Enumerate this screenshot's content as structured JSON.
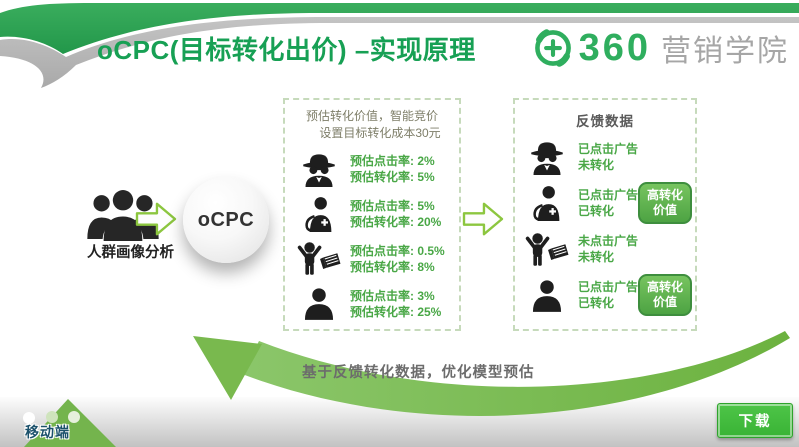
{
  "slide_title": "oCPC(目标转化出价) –实现原理",
  "logo": {
    "brand": "360",
    "suffix": "营销学院"
  },
  "audience": {
    "label": "人群画像分析"
  },
  "ocpc": {
    "label": "oCPC"
  },
  "middle_box": {
    "header_line1": "预估转化价值，智能竞价",
    "header_line2": "设置目标转化成本30元",
    "rows": [
      {
        "icon": "spy-icon",
        "ctr": "预估点击率: 2%",
        "cvr": "预估转化率: 5%"
      },
      {
        "icon": "doctor-icon",
        "ctr": "预估点击率: 5%",
        "cvr": "预估转化率: 20%"
      },
      {
        "icon": "child-reader-icon",
        "ctr": "预估点击率: 0.5%",
        "cvr": "预估转化率: 8%"
      },
      {
        "icon": "person-icon",
        "ctr": "预估点击率: 3%",
        "cvr": "预估转化率: 25%"
      }
    ]
  },
  "feedback_box": {
    "header": "反馈数据",
    "rows": [
      {
        "icon": "spy-icon",
        "line1": "已点击广告",
        "line2": "未转化"
      },
      {
        "icon": "doctor-icon",
        "line1": "已点击广告",
        "line2": "已转化",
        "badge_line1": "高转化",
        "badge_line2": "价值"
      },
      {
        "icon": "child-reader-icon",
        "line1": "未点击广告",
        "line2": "未转化"
      },
      {
        "icon": "person-icon",
        "line1": "已点击广告",
        "line2": "已转化",
        "badge_line1": "高转化",
        "badge_line2": "价值"
      }
    ]
  },
  "feedback_caption": "基于反馈转化数据，优化模型预估",
  "watermark": {
    "label": "移动端"
  },
  "download_button": {
    "label": "下载"
  },
  "colors": {
    "brand_green": "#17a054",
    "header_band_green": "#2ba151",
    "header_band_gray": "#b5b5b5",
    "light_green_arrow_outline": "#8cc63f",
    "row_text_green": "#49a746",
    "badge_green": "#57ad49",
    "big_arrow_green": "#6cb23f",
    "watermark_text": "#1b516b",
    "download_green": "#3eb83a"
  }
}
